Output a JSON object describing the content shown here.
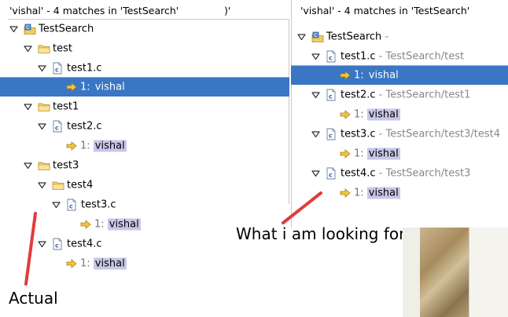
{
  "left": {
    "header": "'vishal' - 4 matches in 'TestSearch'",
    "header_extra": ")'",
    "tree": [
      {
        "label": "TestSearch",
        "icon": "project"
      },
      {
        "label": "test",
        "icon": "folder"
      },
      {
        "label": "test1.c",
        "icon": "cfile"
      },
      {
        "linenum": "1:",
        "match": "vishal",
        "selected": true
      },
      {
        "label": "test1",
        "icon": "folder"
      },
      {
        "label": "test2.c",
        "icon": "cfile"
      },
      {
        "linenum": "1:",
        "match": "vishal"
      },
      {
        "label": "test3",
        "icon": "folder"
      },
      {
        "label": "test4",
        "icon": "folder"
      },
      {
        "label": "test3.c",
        "icon": "cfile"
      },
      {
        "linenum": "1:",
        "match": "vishal"
      },
      {
        "label": "test4.c",
        "icon": "cfile"
      },
      {
        "linenum": "1:",
        "match": "vishal"
      }
    ]
  },
  "right": {
    "header": "'vishal' - 4 matches in 'TestSearch'",
    "tree": [
      {
        "label": "TestSearch",
        "path": " -",
        "icon": "project"
      },
      {
        "label": "test1.c",
        "path": " - TestSearch/test",
        "icon": "cfile"
      },
      {
        "linenum": "1:",
        "match": "vishal",
        "selected": true
      },
      {
        "label": "test2.c",
        "path": " - TestSearch/test1",
        "icon": "cfile"
      },
      {
        "linenum": "1:",
        "match": "vishal"
      },
      {
        "label": "test3.c",
        "path": " - TestSearch/test3/test4",
        "icon": "cfile"
      },
      {
        "linenum": "1:",
        "match": "vishal"
      },
      {
        "label": "test4.c",
        "path": " - TestSearch/test3",
        "icon": "cfile"
      },
      {
        "linenum": "1:",
        "match": "vishal"
      }
    ]
  },
  "annotations": {
    "actual": "Actual",
    "looking_for": "What i am looking for"
  },
  "colors": {
    "selection": "#3a76c4",
    "match_highlight": "#c9c7e8",
    "arrow": "#e23b3b"
  }
}
